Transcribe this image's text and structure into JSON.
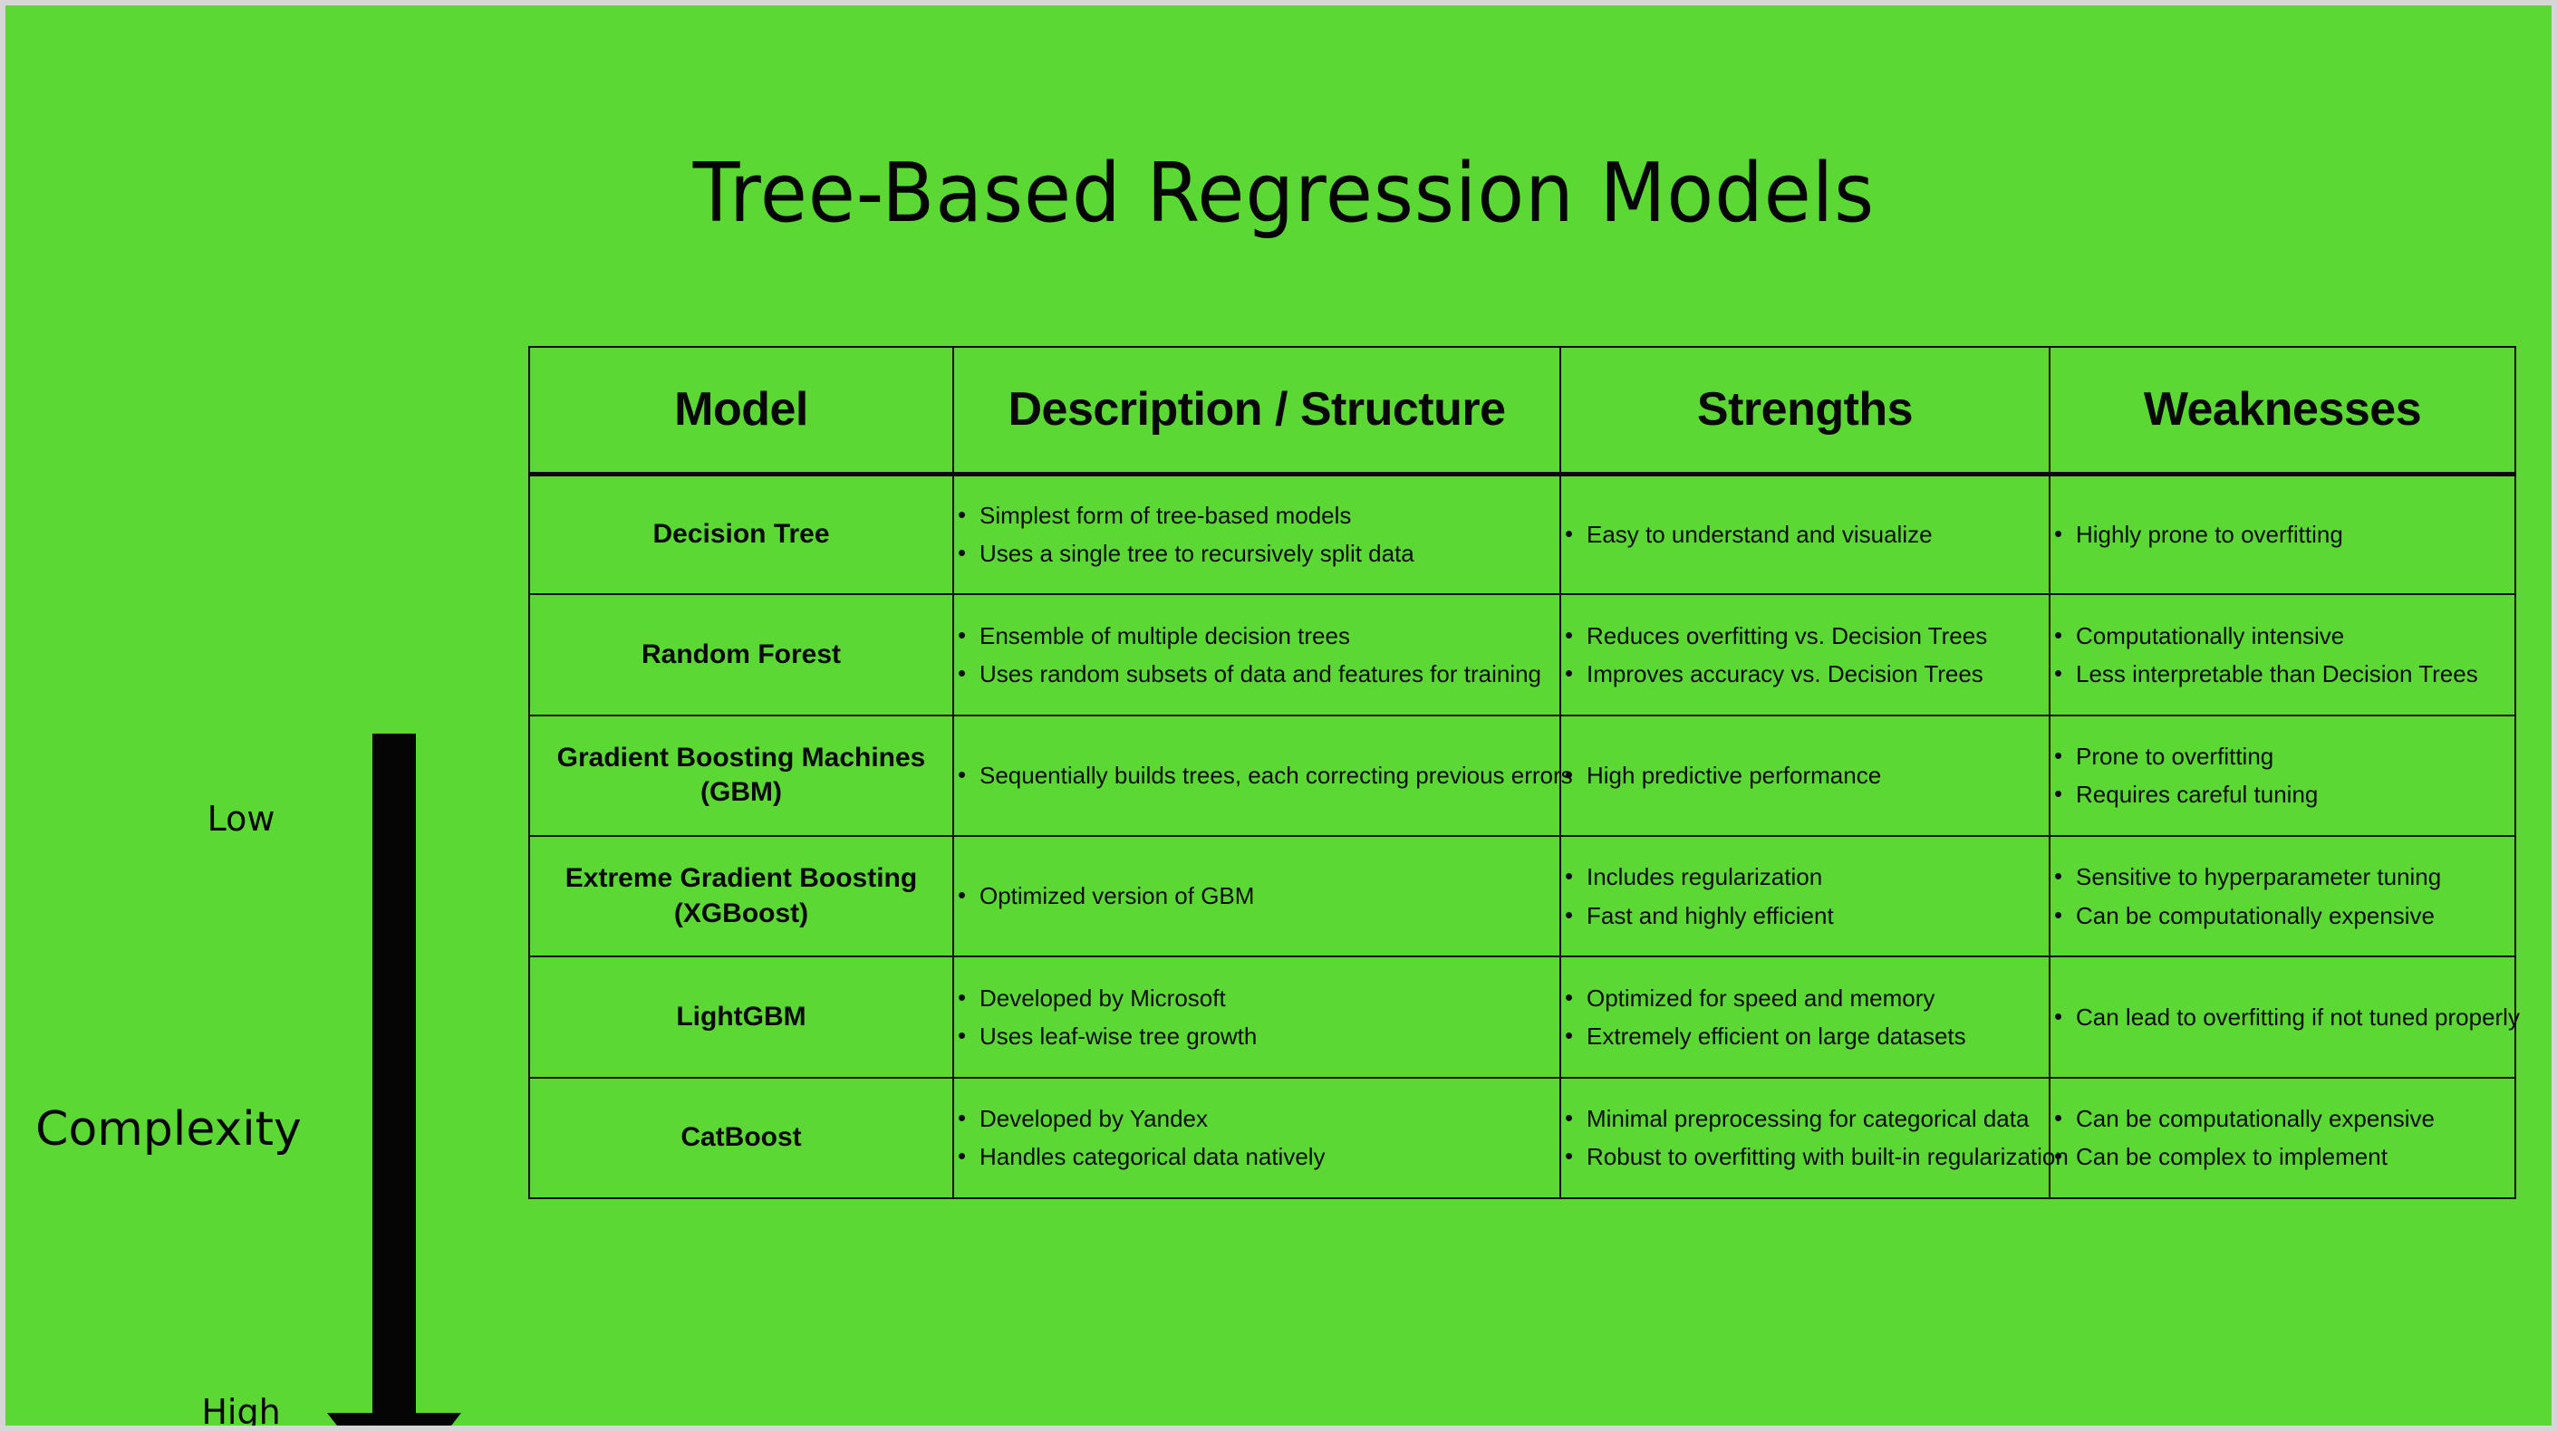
{
  "page": {
    "background_color": "#5cd835",
    "border_color": "#d6d6d6",
    "text_color": "#0a0a0a"
  },
  "title": "Tree-Based Regression Models",
  "axis": {
    "name": "Complexity",
    "top_label": "Low",
    "bottom_label": "High",
    "arrow_direction": "down",
    "arrow_color": "#050505"
  },
  "table": {
    "headers": [
      "Model",
      "Description / Structure",
      "Strengths",
      "Weaknesses"
    ],
    "rows": [
      {
        "model": "Decision Tree",
        "description": [
          "Simplest form of tree-based models",
          "Uses a single tree to recursively split data"
        ],
        "strengths": [
          "Easy to understand and visualize"
        ],
        "weaknesses": [
          "Highly prone to overfitting"
        ]
      },
      {
        "model": "Random Forest",
        "description": [
          "Ensemble of multiple decision trees",
          "Uses random subsets of data and features for training"
        ],
        "strengths": [
          "Reduces overfitting vs. Decision Trees",
          "Improves accuracy vs. Decision Trees"
        ],
        "weaknesses": [
          "Computationally intensive",
          "Less interpretable than Decision Trees"
        ]
      },
      {
        "model": "Gradient Boosting Machines (GBM)",
        "description": [
          "Sequentially builds trees, each correcting previous errors"
        ],
        "strengths": [
          "High predictive performance"
        ],
        "weaknesses": [
          "Prone to overfitting",
          "Requires careful tuning"
        ]
      },
      {
        "model": "Extreme Gradient Boosting (XGBoost)",
        "description": [
          "Optimized version of GBM"
        ],
        "strengths": [
          "Includes regularization",
          "Fast and highly efficient"
        ],
        "weaknesses": [
          "Sensitive to hyperparameter tuning",
          "Can be computationally expensive"
        ]
      },
      {
        "model": "LightGBM",
        "description": [
          "Developed by Microsoft",
          "Uses leaf-wise tree growth"
        ],
        "strengths": [
          "Optimized for speed and memory",
          "Extremely efficient on large datasets"
        ],
        "weaknesses": [
          "Can lead to overfitting if not tuned properly"
        ]
      },
      {
        "model": "CatBoost",
        "description": [
          "Developed by Yandex",
          "Handles categorical data natively"
        ],
        "strengths": [
          "Minimal preprocessing for categorical data",
          "Robust to overfitting with built-in regularization"
        ],
        "weaknesses": [
          "Can be computationally expensive",
          "Can be complex to implement"
        ]
      }
    ]
  }
}
